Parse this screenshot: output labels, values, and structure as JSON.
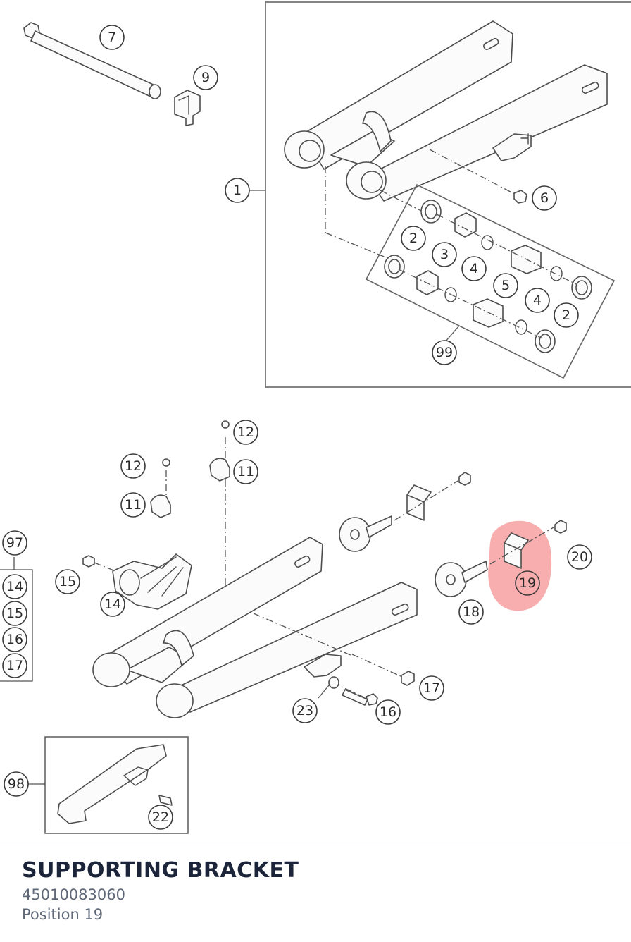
{
  "part": {
    "title": "SUPPORTING BRACKET",
    "number": "45010083060",
    "position": "Position 19"
  },
  "diagram": {
    "highlight_color": "#f26b6b",
    "selected_callout": "19",
    "callouts": {
      "c7": "7",
      "c9": "9",
      "c1": "1",
      "c6": "6",
      "c2a": "2",
      "c3": "3",
      "c4a": "4",
      "c5": "5",
      "c4b": "4",
      "c2b": "2",
      "c99": "99",
      "c12a": "12",
      "c11a": "11",
      "c12b": "12",
      "c11b": "11",
      "c97": "97",
      "c14a": "14",
      "c15a": "15",
      "c16a": "16",
      "c17a": "17",
      "c15b": "15",
      "c14b": "14",
      "c20": "20",
      "c19": "19",
      "c18": "18",
      "c17b": "17",
      "c23": "23",
      "c16b": "16",
      "c98": "98",
      "c22": "22"
    }
  }
}
